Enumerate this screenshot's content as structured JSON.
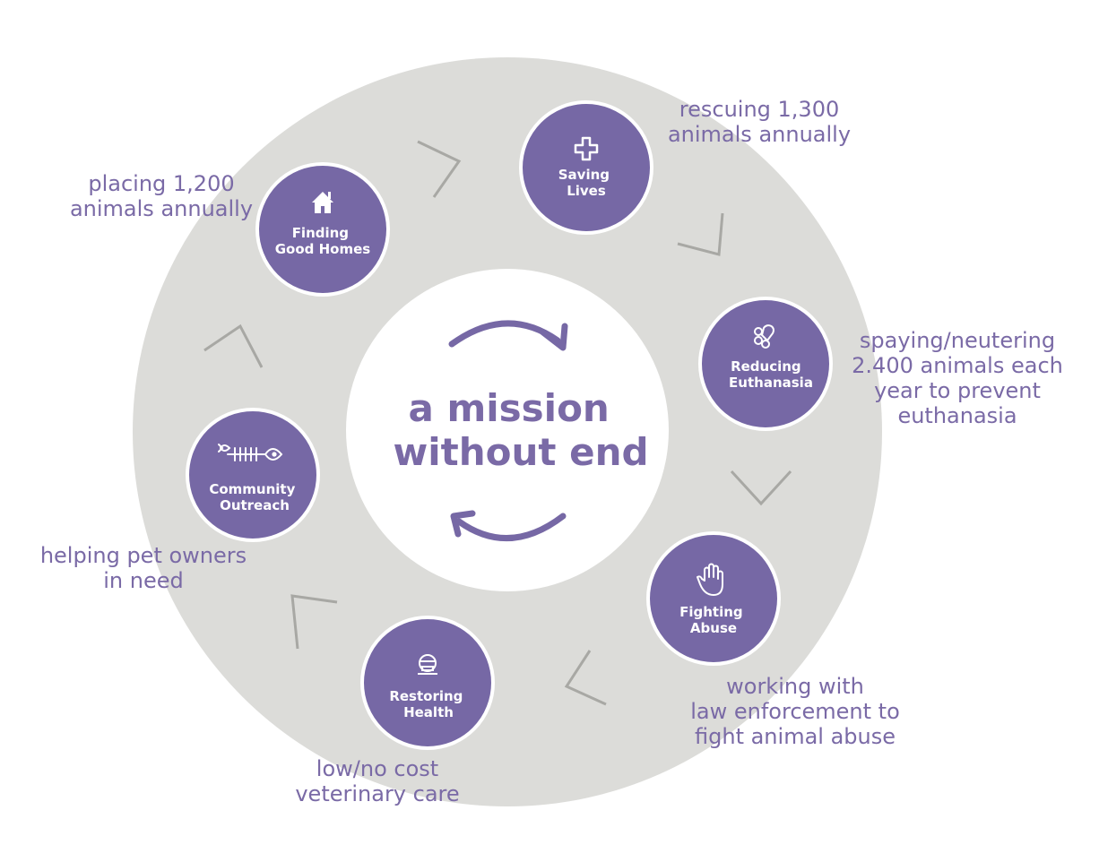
{
  "title_lines": [
    "a mission",
    "without end"
  ],
  "colors": {
    "ring": "#dcdcd9",
    "node_fill": "#7668a5",
    "node_border": "#ffffff",
    "center_fill": "#ffffff",
    "title_text": "#7a6aa6",
    "caption_text": "#7a6aa6",
    "chevron": "#a8a8a4"
  },
  "nodes": [
    {
      "id": "saving-lives",
      "label_lines": [
        "Saving",
        "Lives"
      ],
      "icon": "medical-cross-icon",
      "caption_lines": [
        "rescuing 1,300",
        "animals annually"
      ]
    },
    {
      "id": "reducing-euthanasia",
      "label_lines": [
        "Reducing",
        "Euthanasia"
      ],
      "icon": "paw-heart-icon",
      "caption_lines": [
        "spaying/neutering",
        "2.400 animals each",
        "year to prevent",
        "euthanasia"
      ]
    },
    {
      "id": "fighting-abuse",
      "label_lines": [
        "Fighting",
        "Abuse"
      ],
      "icon": "raised-hand-icon",
      "caption_lines": [
        "working with",
        "law enforcement to",
        "fight animal abuse"
      ]
    },
    {
      "id": "restoring-health",
      "label_lines": [
        "Restoring",
        "Health"
      ],
      "icon": "vet-face-icon",
      "caption_lines": [
        "low/no cost",
        "veterinary care"
      ]
    },
    {
      "id": "community-outreach",
      "label_lines": [
        "Community",
        "Outreach"
      ],
      "icon": "fish-bone-icon",
      "caption_lines": [
        "helping pet owners",
        "in need"
      ]
    },
    {
      "id": "finding-good-homes",
      "label_lines": [
        "Finding",
        "Good Homes"
      ],
      "icon": "house-icon",
      "caption_lines": [
        "placing 1,200",
        "animals annually"
      ]
    }
  ]
}
